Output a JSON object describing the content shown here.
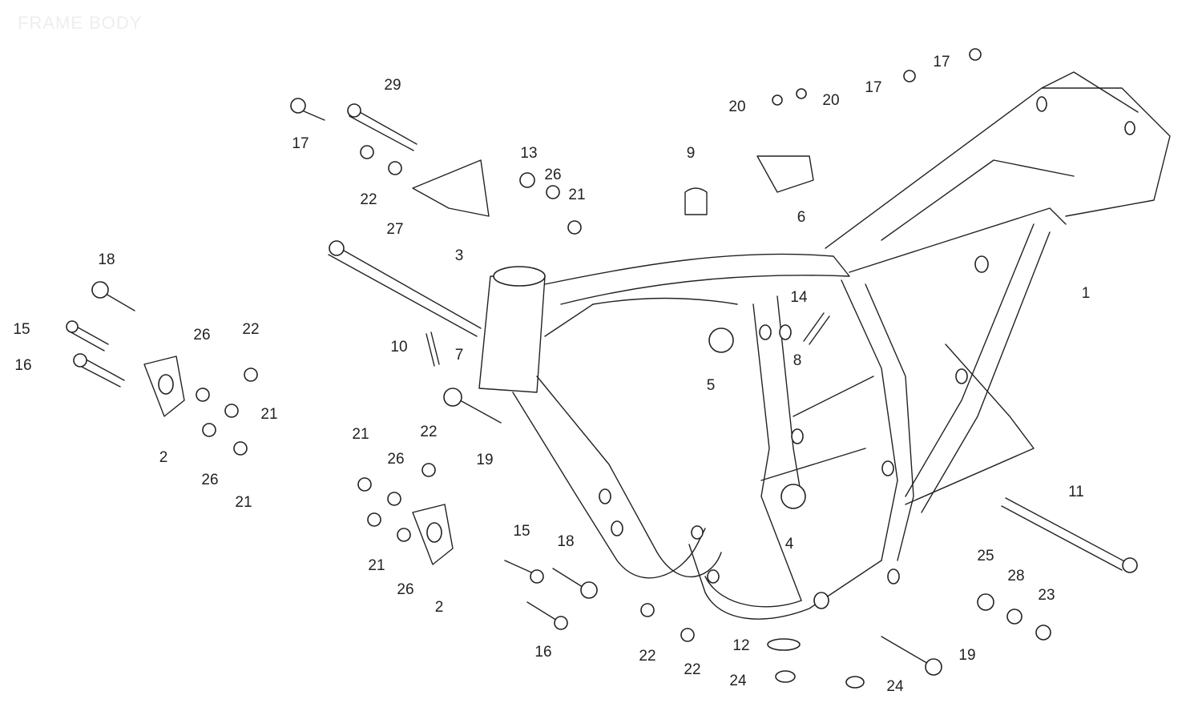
{
  "title": "FRAME BODY",
  "callouts": [
    "29",
    "17",
    "22",
    "27",
    "3",
    "13",
    "26",
    "21",
    "9",
    "20",
    "20",
    "17",
    "17",
    "6",
    "18",
    "15",
    "22",
    "26",
    "16",
    "21",
    "2",
    "26",
    "21",
    "10",
    "7",
    "14",
    "8",
    "5",
    "1",
    "21",
    "22",
    "26",
    "19",
    "21",
    "26",
    "2",
    "15",
    "18",
    "4",
    "11",
    "25",
    "28",
    "23",
    "16",
    "22",
    "22",
    "12",
    "19",
    "24",
    "24"
  ]
}
